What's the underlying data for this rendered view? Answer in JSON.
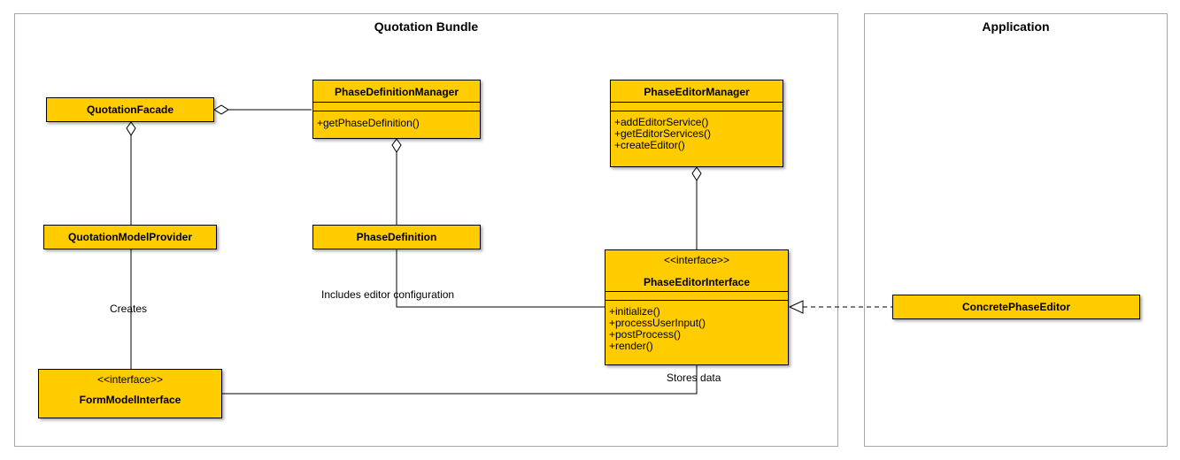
{
  "packages": {
    "quotation_bundle": "Quotation Bundle",
    "application": "Application"
  },
  "classes": {
    "quotation_facade": {
      "name": "QuotationFacade"
    },
    "phase_definition_manager": {
      "name": "PhaseDefinitionManager",
      "methods": [
        "+getPhaseDefinition()"
      ]
    },
    "phase_editor_manager": {
      "name": "PhaseEditorManager",
      "methods": [
        "+addEditorService()",
        "+getEditorServices()",
        "+createEditor()"
      ]
    },
    "quotation_model_provider": {
      "name": "QuotationModelProvider"
    },
    "phase_definition": {
      "name": "PhaseDefinition"
    },
    "phase_editor_interface": {
      "stereotype": "<<interface>>",
      "name": "PhaseEditorInterface",
      "methods": [
        "+initialize()",
        "+processUserInput()",
        "+postProcess()",
        "+render()"
      ]
    },
    "form_model_interface": {
      "stereotype": "<<interface>>",
      "name": "FormModelInterface"
    },
    "concrete_phase_editor": {
      "name": "ConcretePhaseEditor"
    }
  },
  "edge_labels": {
    "creates": "Creates",
    "includes_editor_configuration": "Includes editor configuration",
    "stores_data": "Stores data"
  }
}
